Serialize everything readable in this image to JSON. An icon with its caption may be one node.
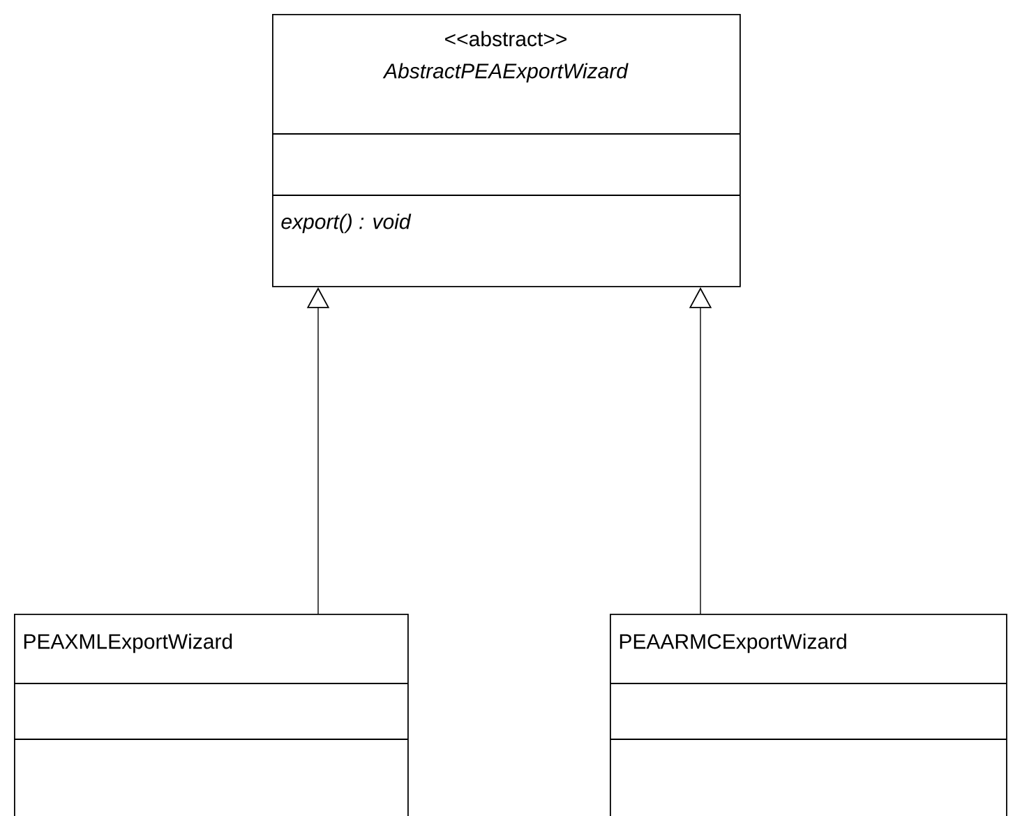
{
  "diagram": {
    "nodes": [
      {
        "text": [
          "<<abstract>>",
          "AbstractPEAExportWizard",
          "export() : void"
        ]
      },
      {
        "text": [
          "PEAXMLExportWizard"
        ]
      },
      {
        "text": [
          "PEAARMCExportWizard"
        ]
      }
    ],
    "edges": [
      {
        "from": 1,
        "to": 0,
        "arrow": "to"
      },
      {
        "from": 2,
        "to": 0,
        "arrow": "to"
      }
    ]
  }
}
